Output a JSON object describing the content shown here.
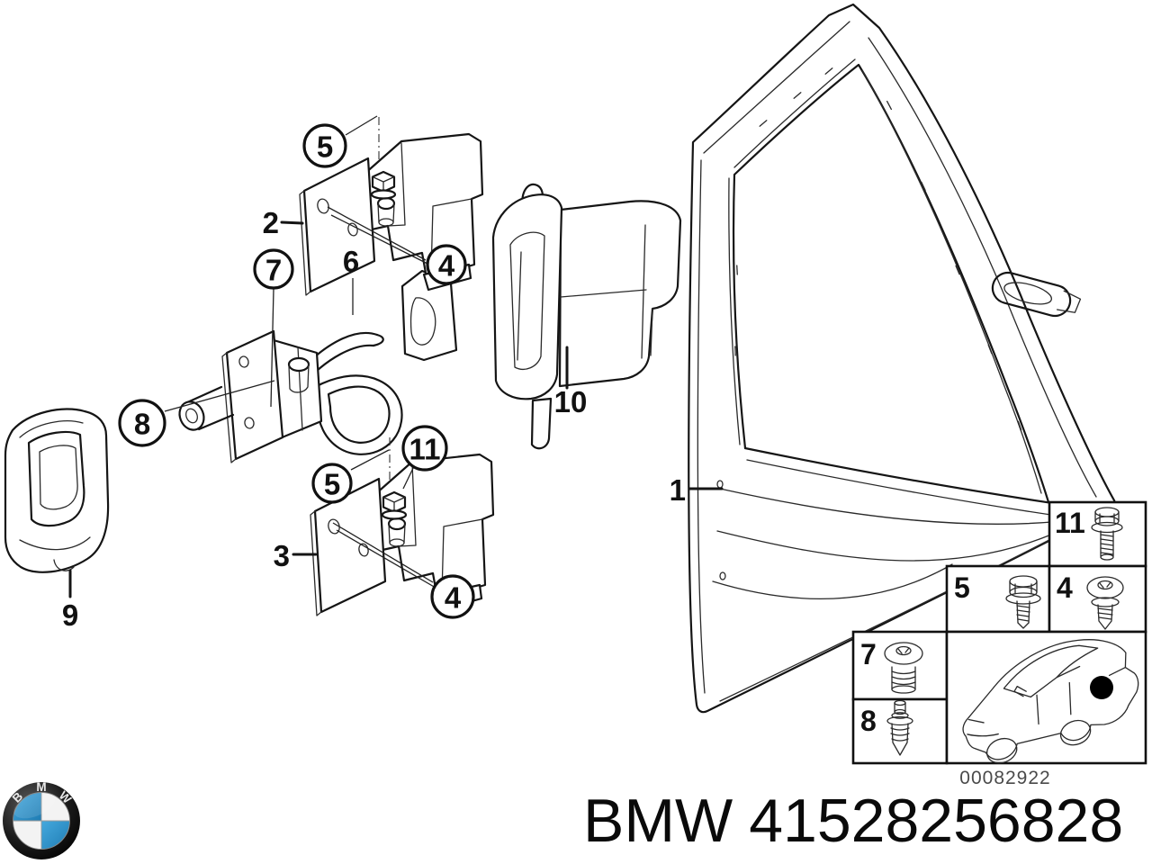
{
  "diagram": {
    "callouts": [
      {
        "ref": "upper-hinge-nut",
        "label": "5"
      },
      {
        "ref": "upper-hinge-plate",
        "label": "2"
      },
      {
        "ref": "upper-hinge-screw",
        "label": "4"
      },
      {
        "ref": "door-check-pin",
        "label": "7"
      },
      {
        "ref": "door-check",
        "label": "6"
      },
      {
        "ref": "door-check-rivet",
        "label": "8"
      },
      {
        "ref": "cover-cap",
        "label": "9"
      },
      {
        "ref": "lock-bracket",
        "label": "10"
      },
      {
        "ref": "door-panel",
        "label": "1"
      },
      {
        "ref": "lower-hinge-bolt",
        "label": "11"
      },
      {
        "ref": "lower-hinge-nut",
        "label": "5"
      },
      {
        "ref": "lower-hinge-plate",
        "label": "3"
      },
      {
        "ref": "lower-hinge-screw",
        "label": "4"
      }
    ]
  },
  "legend": {
    "items": [
      {
        "label": "11",
        "icon": "hex-flange-bolt-icon"
      },
      {
        "label": "5",
        "icon": "hex-flange-bolt-icon"
      },
      {
        "label": "4",
        "icon": "torx-washer-screw-icon"
      },
      {
        "label": "7",
        "icon": "torx-pan-screw-icon"
      },
      {
        "label": "8",
        "icon": "expansion-rivet-icon"
      }
    ],
    "image_number": "00082922"
  },
  "footer": {
    "brand": "BMW",
    "part_number": "41528256828"
  },
  "logo": {
    "letters": [
      "B",
      "M",
      "W"
    ],
    "colors": {
      "roundel_blue": "#2f96cc",
      "ring_black": "#111111"
    }
  }
}
